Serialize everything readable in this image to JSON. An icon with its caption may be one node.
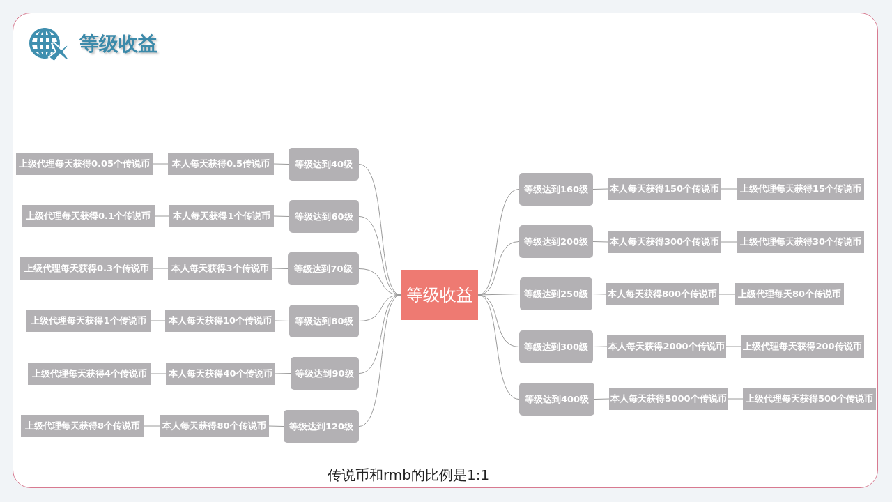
{
  "diagram": {
    "title": "等级收益",
    "nodes": [
      {
        "text": [
          "等级收益"
        ]
      },
      {
        "text": [
          "等级达到40级"
        ]
      },
      {
        "text": [
          "本人每天获得0.5传说币"
        ]
      },
      {
        "text": [
          "上级代理每天获得0.05个传说币"
        ]
      },
      {
        "text": [
          "等级达到60级"
        ]
      },
      {
        "text": [
          "本人每天获得1个传说币"
        ]
      },
      {
        "text": [
          "上级代理每天获得0.1个传说币"
        ]
      },
      {
        "text": [
          "等级达到70级"
        ]
      },
      {
        "text": [
          "本人每天获得3个传说币"
        ]
      },
      {
        "text": [
          "上级代理每天获得0.3个传说币"
        ]
      },
      {
        "text": [
          "等级达到80级"
        ]
      },
      {
        "text": [
          "本人每天获得10个传说币"
        ]
      },
      {
        "text": [
          "上级代理每天获得1个传说币"
        ]
      },
      {
        "text": [
          "等级达到90级"
        ]
      },
      {
        "text": [
          "本人每天获得40个传说币"
        ]
      },
      {
        "text": [
          "上级代理每天获得4个传说币"
        ]
      },
      {
        "text": [
          "等级达到120级"
        ]
      },
      {
        "text": [
          "本人每天获得80个传说币"
        ]
      },
      {
        "text": [
          "上级代理每天获得8个传说币"
        ]
      },
      {
        "text": [
          "等级达到160级"
        ]
      },
      {
        "text": [
          "本人每天获得150个传说币"
        ]
      },
      {
        "text": [
          "上级代理每天获得15个传说币"
        ]
      },
      {
        "text": [
          "等级达到200级"
        ]
      },
      {
        "text": [
          "本人每天获得300个传说币"
        ]
      },
      {
        "text": [
          "上级代理每天获得30个传说币"
        ]
      },
      {
        "text": [
          "等级达到250级"
        ]
      },
      {
        "text": [
          "本人每天获得800个传说币"
        ]
      },
      {
        "text": [
          "上级代理每天80个传说币"
        ]
      },
      {
        "text": [
          "等级达到300级"
        ]
      },
      {
        "text": [
          "本人每天获得2000个传说币"
        ]
      },
      {
        "text": [
          "上级代理每天获得200传说币"
        ]
      },
      {
        "text": [
          "等级达到400级"
        ]
      },
      {
        "text": [
          "本人每天获得5000个传说币"
        ]
      },
      {
        "text": [
          "上级代理每天获得500个传说币"
        ]
      }
    ],
    "edges": [
      {
        "from": 0,
        "to": 1,
        "arrow": "none"
      },
      {
        "from": 1,
        "to": 2,
        "arrow": "none"
      },
      {
        "from": 2,
        "to": 3,
        "arrow": "none"
      },
      {
        "from": 0,
        "to": 4,
        "arrow": "none"
      },
      {
        "from": 4,
        "to": 5,
        "arrow": "none"
      },
      {
        "from": 5,
        "to": 6,
        "arrow": "none"
      },
      {
        "from": 0,
        "to": 7,
        "arrow": "none"
      },
      {
        "from": 7,
        "to": 8,
        "arrow": "none"
      },
      {
        "from": 8,
        "to": 9,
        "arrow": "none"
      },
      {
        "from": 0,
        "to": 10,
        "arrow": "none"
      },
      {
        "from": 10,
        "to": 11,
        "arrow": "none"
      },
      {
        "from": 11,
        "to": 12,
        "arrow": "none"
      },
      {
        "from": 0,
        "to": 13,
        "arrow": "none"
      },
      {
        "from": 13,
        "to": 14,
        "arrow": "none"
      },
      {
        "from": 14,
        "to": 15,
        "arrow": "none"
      },
      {
        "from": 0,
        "to": 16,
        "arrow": "none"
      },
      {
        "from": 16,
        "to": 17,
        "arrow": "none"
      },
      {
        "from": 17,
        "to": 18,
        "arrow": "none"
      },
      {
        "from": 0,
        "to": 19,
        "arrow": "none"
      },
      {
        "from": 19,
        "to": 20,
        "arrow": "none"
      },
      {
        "from": 20,
        "to": 21,
        "arrow": "none"
      },
      {
        "from": 0,
        "to": 22,
        "arrow": "none"
      },
      {
        "from": 22,
        "to": 23,
        "arrow": "none"
      },
      {
        "from": 23,
        "to": 24,
        "arrow": "none"
      },
      {
        "from": 0,
        "to": 25,
        "arrow": "none"
      },
      {
        "from": 25,
        "to": 26,
        "arrow": "none"
      },
      {
        "from": 26,
        "to": 27,
        "arrow": "none"
      },
      {
        "from": 0,
        "to": 28,
        "arrow": "none"
      },
      {
        "from": 28,
        "to": 29,
        "arrow": "none"
      },
      {
        "from": 29,
        "to": 30,
        "arrow": "none"
      },
      {
        "from": 0,
        "to": 31,
        "arrow": "none"
      },
      {
        "from": 31,
        "to": 32,
        "arrow": "none"
      },
      {
        "from": 32,
        "to": 33,
        "arrow": "none"
      }
    ],
    "labels": [
      "传说币和rmb的比例是1:1"
    ]
  }
}
